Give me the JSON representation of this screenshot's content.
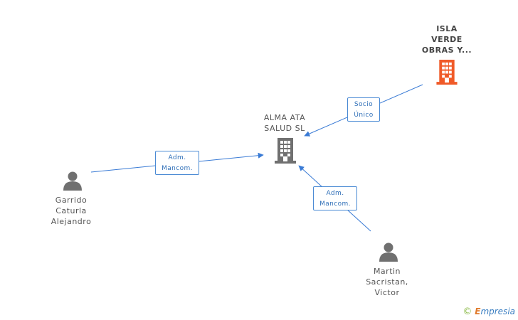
{
  "nodes": {
    "alma_ata": {
      "lines": [
        "ALMA ATA",
        "SALUD SL"
      ],
      "icon": "building-icon",
      "color": "#707070"
    },
    "isla_verde": {
      "lines": [
        "ISLA",
        "VERDE",
        "OBRAS Y..."
      ],
      "icon": "building-icon",
      "color": "#f05a28"
    },
    "garrido": {
      "lines": [
        "Garrido",
        "Caturla",
        "Alejandro"
      ],
      "icon": "person-icon",
      "color": "#707070"
    },
    "martin": {
      "lines": [
        "Martin",
        "Sacristan,",
        "Victor"
      ],
      "icon": "person-icon",
      "color": "#707070"
    }
  },
  "edges": {
    "socio_unico": {
      "lines": [
        "Socio",
        "Único"
      ]
    },
    "adm_garrido": {
      "lines": [
        "Adm.",
        "Mancom."
      ]
    },
    "adm_martin": {
      "lines": [
        "Adm.",
        "Mancom."
      ]
    }
  },
  "edge_color": "#3a7bd5",
  "brand": {
    "copyright": "©",
    "initial": "E",
    "rest": "mpresia"
  }
}
